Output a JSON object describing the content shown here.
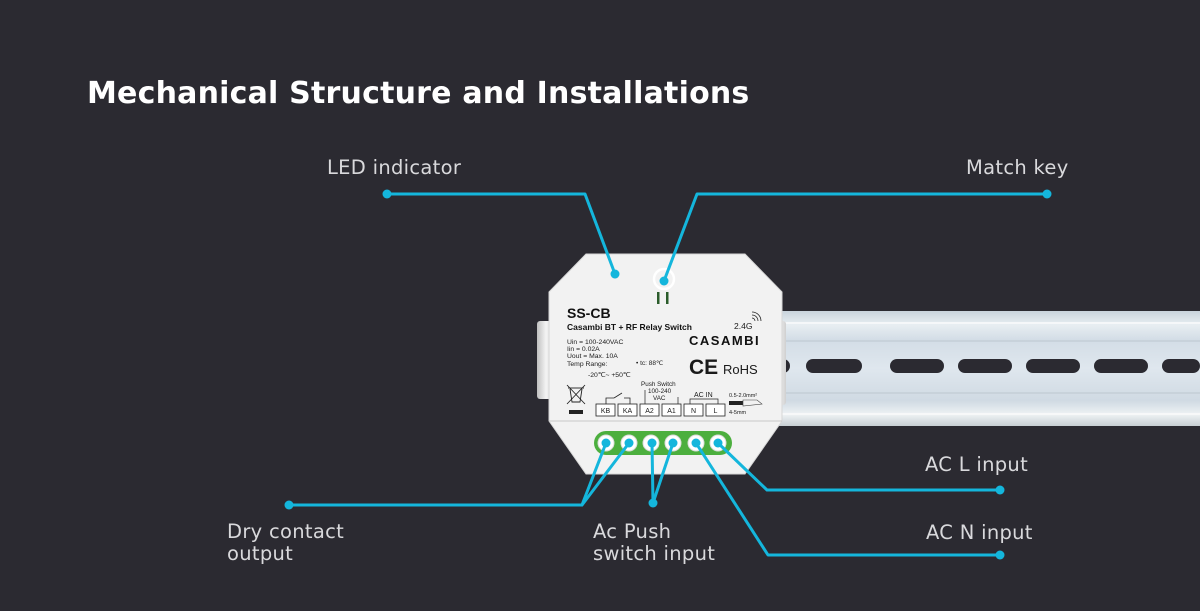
{
  "title": "Mechanical Structure and Installations",
  "colors": {
    "background": "#2b2a31",
    "leader_line": "#14b6dc",
    "title_text": "#ffffff",
    "callout_text": "#d9d9dc",
    "terminal_block": "#4caf3e",
    "device_body": "#f2f2f2"
  },
  "callouts": {
    "led_indicator": "LED indicator",
    "match_key": "Match key",
    "ac_l_input": "AC L input",
    "ac_n_input": "AC N input",
    "dry_contact_line1": "Dry contact",
    "dry_contact_line2": "output",
    "push_switch_line1": "Ac Push",
    "push_switch_line2": "switch input"
  },
  "device": {
    "model": "SS-CB",
    "name": "Casambi BT + RF Relay Switch",
    "frequency": "2.4G",
    "brand": "CASAMBI",
    "ce_mark": "CE",
    "rohs": "RoHS",
    "specs": [
      "Uin   = 100-240VAC",
      "Iin    = 0.02A",
      "Uout = Max. 10A",
      "Temp Range:"
    ],
    "temp_range": "-20℃~ +50℃",
    "tc": "• tc: 88℃",
    "push_switch_label": "Push Switch",
    "push_switch_voltage": "100-240",
    "push_switch_unit": "VAC",
    "ac_in_label": "AC IN",
    "wire_gauge": "0.5-2.0mm²",
    "strip_length": "4-5mm",
    "terminals": [
      "KB",
      "KA",
      "A2",
      "A1",
      "N",
      "L"
    ]
  }
}
